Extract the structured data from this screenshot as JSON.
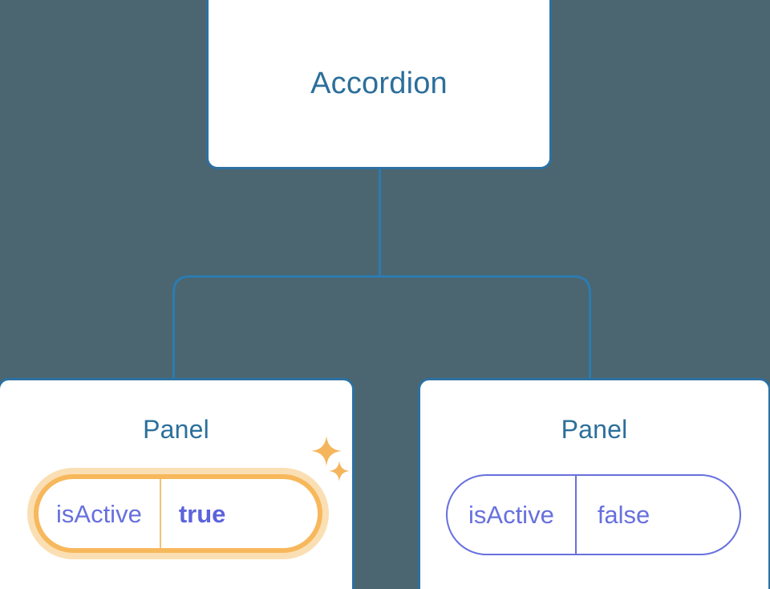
{
  "diagram": {
    "type": "component-tree",
    "background_color": "#4b6670",
    "node_border_color": "#2d70a2",
    "title_color": "#2c6f9b",
    "prop_color": "#6770dd",
    "highlight_color": "#f7b85c",
    "highlight_glow_color": "#fbdfb4",
    "sparkle_color": "#f5b55c",
    "root": {
      "label": "Accordion"
    },
    "children": [
      {
        "label": "Panel",
        "highlighted": true,
        "prop": {
          "key": "isActive",
          "value": "true"
        },
        "sparkle_icons": [
          "sparkle-icon-large",
          "sparkle-icon-small"
        ]
      },
      {
        "label": "Panel",
        "highlighted": false,
        "prop": {
          "key": "isActive",
          "value": "false"
        }
      }
    ]
  }
}
